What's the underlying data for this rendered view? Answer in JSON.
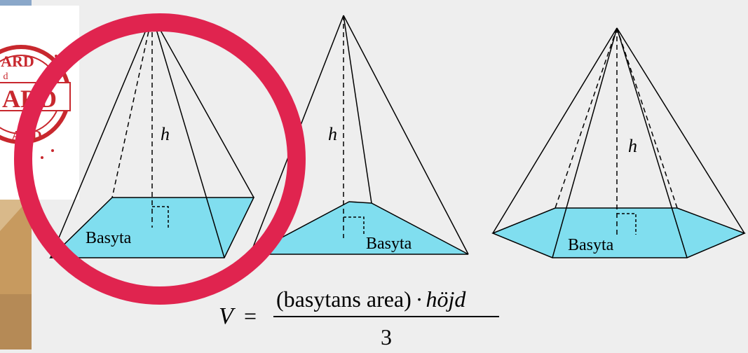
{
  "figures": [
    {
      "base_label": "Basyta",
      "height_label": "h",
      "base_shape": "square"
    },
    {
      "base_label": "Basyta",
      "height_label": "h",
      "base_shape": "triangle"
    },
    {
      "base_label": "Basyta",
      "height_label": "h",
      "base_shape": "hexagon"
    }
  ],
  "formula": {
    "lhs": "V",
    "equals": "=",
    "numerator_text": "(basytans area)",
    "dot": "·",
    "numerator_var": "höjd",
    "denominator": "3"
  },
  "stamp": {
    "lines": [
      "ARD",
      "d",
      "ARD",
      "ARD"
    ]
  },
  "colors": {
    "base_fill": "#80deef",
    "background": "#eeeeee",
    "circle": "#e0244f",
    "stamp": "#c8282e",
    "line": "#000000"
  }
}
